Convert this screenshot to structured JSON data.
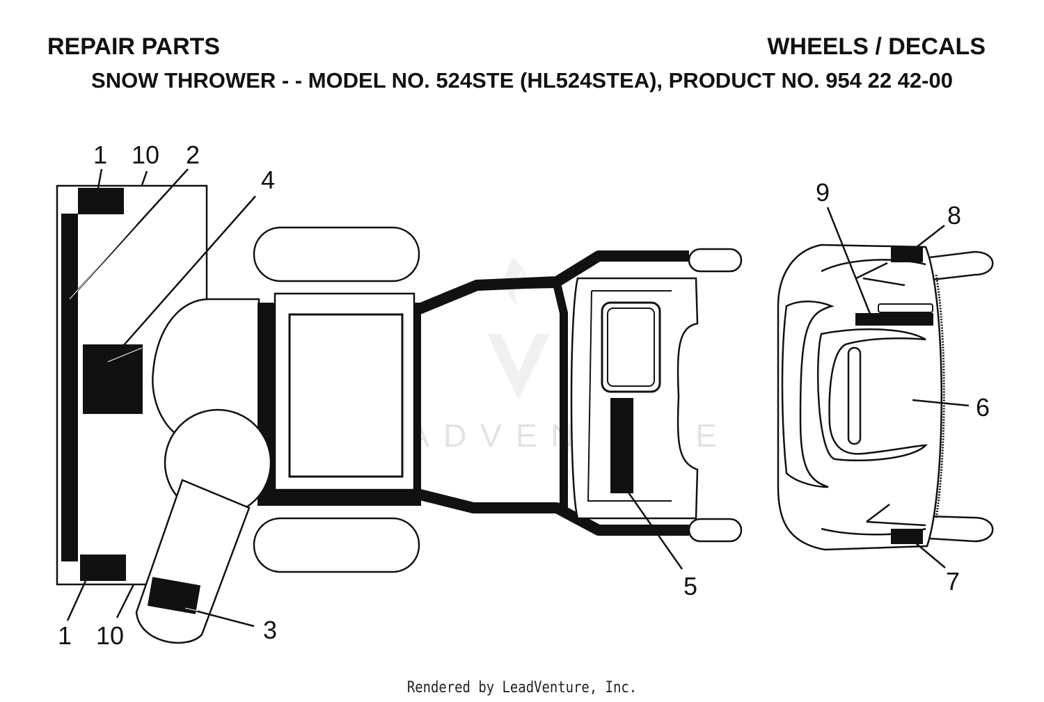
{
  "header": {
    "title_left": "REPAIR PARTS",
    "title_right": "WHEELS / DECALS",
    "subtitle": "SNOW THROWER - - MODEL NO. 524STE (HL524STEA), PRODUCT NO. 954 22 42-00"
  },
  "callouts": {
    "c1_top": "1",
    "c10_top": "10",
    "c2": "2",
    "c4": "4",
    "c1_bottom": "1",
    "c10_bottom": "10",
    "c3": "3",
    "c5": "5",
    "c6": "6",
    "c7": "7",
    "c8": "8",
    "c9": "9"
  },
  "watermark": "LEADVENTURE",
  "footer": "Rendered by LeadVenture, Inc."
}
